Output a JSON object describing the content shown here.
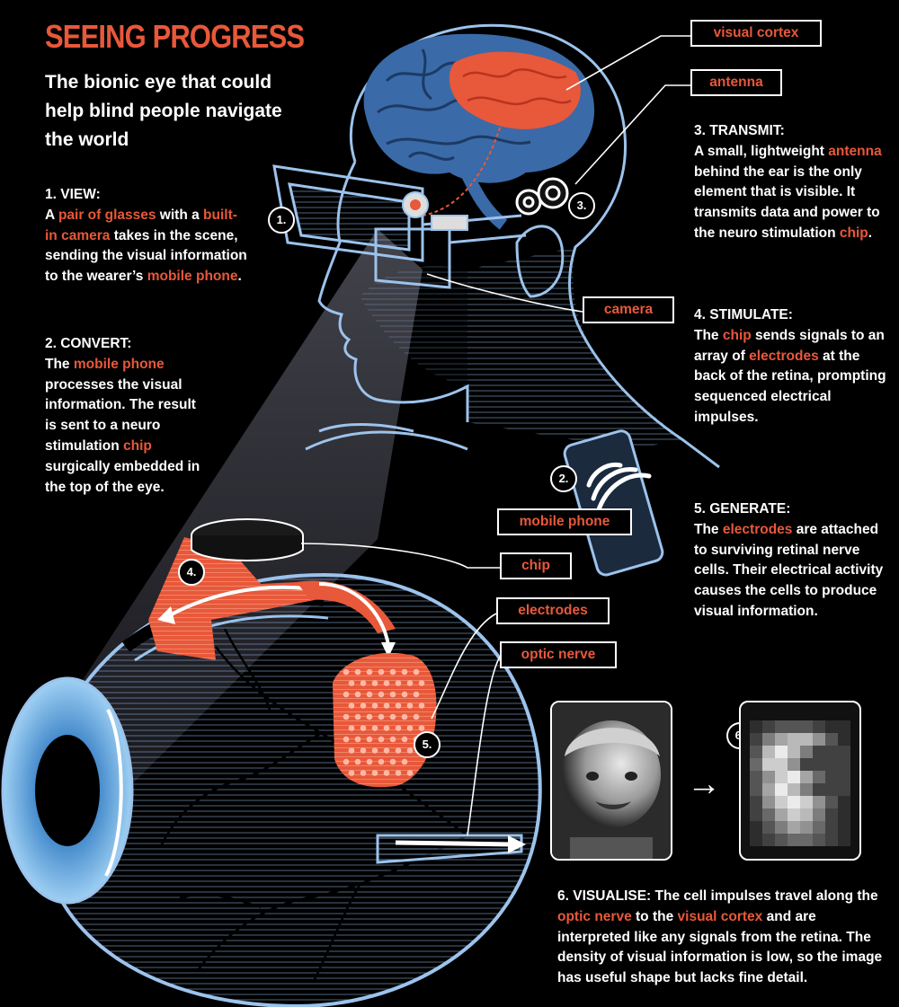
{
  "title": "SEEING PROGRESS",
  "subtitle": "The bionic eye that could help blind people navigate the world",
  "steps": [
    {
      "heading": "1. VIEW:",
      "segments": [
        {
          "t": "A "
        },
        {
          "t": "pair of glasses",
          "hl": true
        },
        {
          "t": " with a "
        },
        {
          "t": "built-in camera",
          "hl": true
        },
        {
          "t": " takes in the scene, sending the visual information to the wearer’s "
        },
        {
          "t": "mobile phone",
          "hl": true
        },
        {
          "t": "."
        }
      ]
    },
    {
      "heading": "2. CONVERT:",
      "segments": [
        {
          "t": "The "
        },
        {
          "t": "mobile phone",
          "hl": true
        },
        {
          "t": " processes the visual information. The result is sent to a neuro stimulation "
        },
        {
          "t": "chip",
          "hl": true
        },
        {
          "t": " surgically embedded in the top of the eye."
        }
      ]
    },
    {
      "heading": "3. TRANSMIT:",
      "segments": [
        {
          "t": "A small, lightweight "
        },
        {
          "t": "antenna",
          "hl": true
        },
        {
          "t": " behind the ear is the only element that is visible. It transmits data and power to the neuro stimulation "
        },
        {
          "t": "chip",
          "hl": true
        },
        {
          "t": "."
        }
      ]
    },
    {
      "heading": "4. STIMULATE:",
      "segments": [
        {
          "t": "The "
        },
        {
          "t": "chip",
          "hl": true
        },
        {
          "t": " sends signals to an array of "
        },
        {
          "t": "electrodes",
          "hl": true
        },
        {
          "t": " at the back of the retina, prompting sequenced electrical impulses."
        }
      ]
    },
    {
      "heading": "5. GENERATE:",
      "segments": [
        {
          "t": "The "
        },
        {
          "t": "electrodes",
          "hl": true
        },
        {
          "t": " are attached to surviving retinal nerve cells. Their electrical activity causes the cells to produce visual information."
        }
      ]
    },
    {
      "heading": "6. VISUALISE:",
      "segments": [
        {
          "t": " The cell impulses travel along the "
        },
        {
          "t": "optic nerve",
          "hl": true
        },
        {
          "t": " to the "
        },
        {
          "t": "visual cortex",
          "hl": true
        },
        {
          "t": " and are interpreted like any signals from the retina. The density of visual information is low, so the image has useful shape but lacks fine detail."
        }
      ]
    }
  ],
  "callouts": {
    "visual_cortex": "visual cortex",
    "antenna": "antenna",
    "camera": "camera",
    "mobile_phone": "mobile phone",
    "chip": "chip",
    "electrodes": "electrodes",
    "optic_nerve": "optic nerve"
  },
  "markers": [
    "1.",
    "2.",
    "3.",
    "4.",
    "5.",
    "6."
  ],
  "arrow": "→",
  "colors": {
    "background": "#000000",
    "accent": "#e8583a",
    "line": "#9cc3ec",
    "brain": "#3a6aa8",
    "text": "#ffffff"
  }
}
